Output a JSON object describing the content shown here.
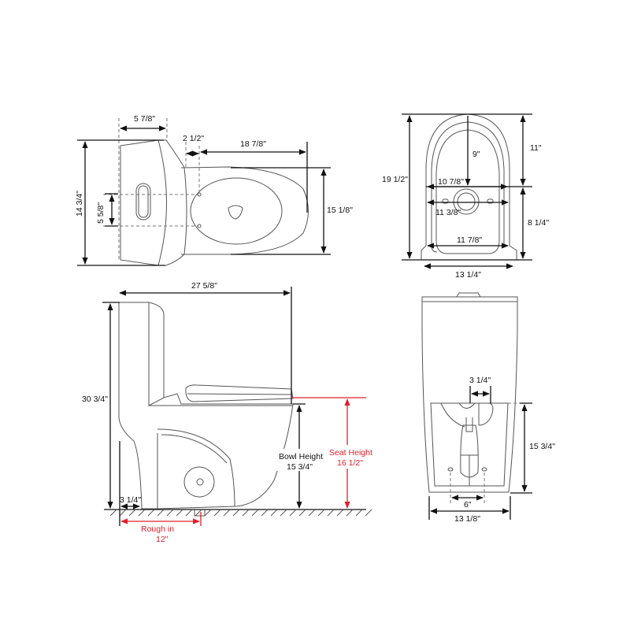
{
  "top_view": {
    "tank_depth": "5 7/8\"",
    "overall_width": "14 3/4\"",
    "bolt_spacing": "5 5/8\"",
    "wall_to_bolt": "2 1/2\"",
    "bolt_to_front": "18 7/8\"",
    "bowl_width": "15 1/8\""
  },
  "bowl_top_view": {
    "overall_length": "19 1/2\"",
    "rim_to_center": "9\"",
    "front_section": "11\"",
    "rear_section": "8 1/4\"",
    "width_a": "10 7/8\"",
    "width_b": "11 3/8\"",
    "width_c": "11 7/8\"",
    "base_width": "13 1/4\""
  },
  "side_view": {
    "overall_length": "27 5/8\"",
    "overall_height": "30 3/4\"",
    "wall_gap": "3 1/4\"",
    "bowl_height_label": "Bowl Height",
    "bowl_height": "15 3/4\"",
    "seat_height_label": "Seat Height",
    "seat_height": "16 1/2\"",
    "rough_in_label": "Rough in",
    "rough_in": "12\"",
    "accent_color": "#e0202a"
  },
  "front_view": {
    "outlet_width": "3 1/4\"",
    "base_height": "15 3/4\"",
    "bolt_spacing": "6\"",
    "base_width": "13 1/8\""
  }
}
